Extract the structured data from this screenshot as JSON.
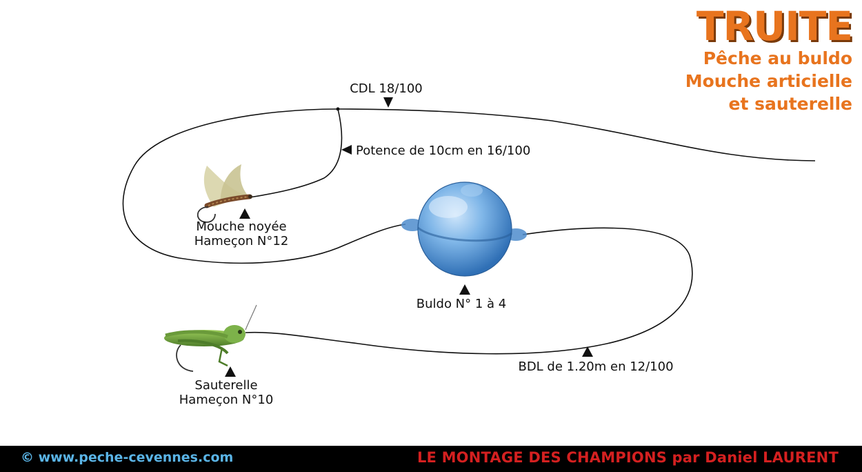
{
  "title": {
    "main": "TRUITE",
    "line1": "Pêche au buldo",
    "line2": "Mouche articielle",
    "line3": "et sauterelle"
  },
  "labels": {
    "cdl": "CDL 18/100",
    "potence": "Potence de 10cm en 16/100",
    "mouche_line1": "Mouche noyée",
    "mouche_line2": "Hameçon N°12",
    "buldo": "Buldo N° 1 à 4",
    "bdl": "BDL de 1.20m en 12/100",
    "sauterelle_line1": "Sauterelle",
    "sauterelle_line2": "Hameçon N°10"
  },
  "footer": {
    "website": "© www.peche-cevennes.com",
    "signature": "LE MONTAGE DES CHAMPIONS par Daniel LAURENT"
  },
  "colors": {
    "title_orange": "#e8741e",
    "line": "#111111",
    "buldo_blue": "#5b9ed8",
    "footer_bg": "#000000",
    "website_blue": "#5ab4e6",
    "signature_red": "#d42020"
  },
  "icons": [
    "arrow-down-icon",
    "arrow-left-icon",
    "arrow-up-icon",
    "wet-fly-image",
    "buldo-float-image",
    "grasshopper-image"
  ]
}
